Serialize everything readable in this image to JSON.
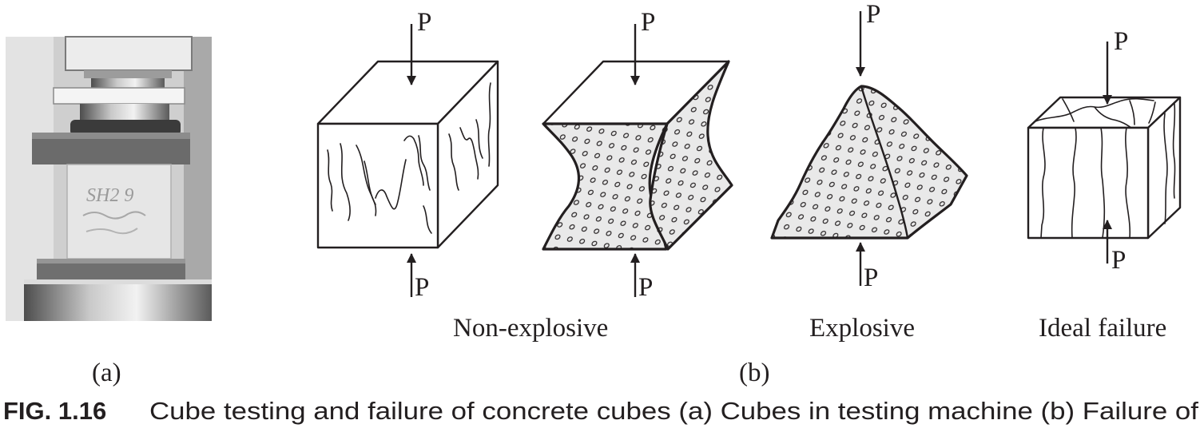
{
  "figure": {
    "load_label": "P",
    "group_labels": {
      "non_explosive": "Non-explosive",
      "explosive": "Explosive",
      "ideal": "Ideal failure"
    },
    "panel_labels": {
      "a": "(a)",
      "b": "(b)"
    },
    "caption": {
      "number": "FIG. 1.16",
      "text": "Cube testing and failure of concrete cubes (a) Cubes in testing machine (b) Failure of"
    },
    "photo": {
      "specimen_marking": "SH2 9"
    }
  }
}
